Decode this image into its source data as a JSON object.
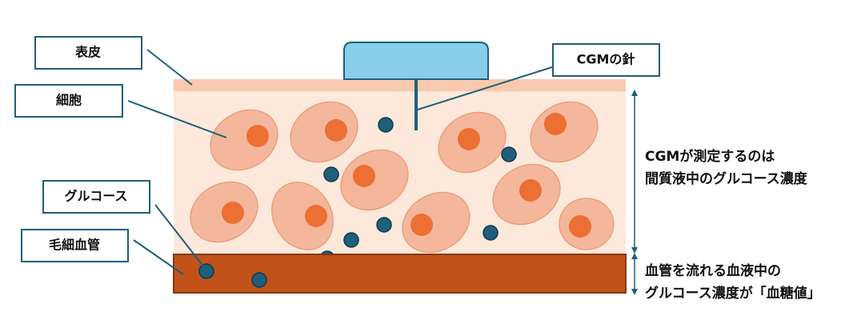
{
  "labels": {
    "epidermis": "表皮",
    "cells": "細胞",
    "glucose": "グルコース",
    "capillary": "毛細血管",
    "needle": "CGMの針"
  },
  "annotations": {
    "tissue_line1": "CGMが測定するのは",
    "tissue_line2": "間質液中のグルコース濃度",
    "blood_line1": "血管を流れる血液中の",
    "blood_line2": "グルコース濃度が「血糖値」"
  },
  "colors": {
    "epidermis": "#f9c9ae",
    "tissue": "#fde8dc",
    "cell_fill": "#f4b79c",
    "cell_stroke": "#e9a07e",
    "nucleus": "#ec6f34",
    "glucose_fill": "#1f5f7a",
    "glucose_stroke": "#0f3a4e",
    "capillary": "#c0521a",
    "capillary_stroke": "#8a3611",
    "sensor": "#87ceeb",
    "needle": "#1f5f7a",
    "leader": "#1f5f7a",
    "label_border": "#1f5f7a"
  }
}
